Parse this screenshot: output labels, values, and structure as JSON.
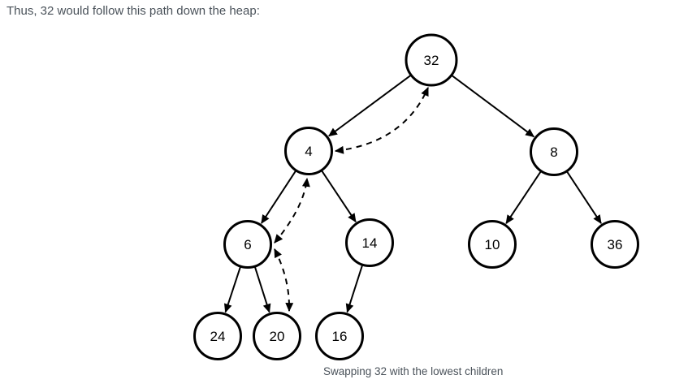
{
  "page": {
    "title": "Thus, 32 would follow this path down the heap:",
    "caption": "Swapping 32 with the lowest children"
  },
  "diagram": {
    "type": "binary-heap-tree",
    "description": "Path of 32 sifting down the heap, shown with dashed double-headed swap arrows",
    "colors": {
      "line": "#000000",
      "node_fill": "#ffffff",
      "node_stroke": "#000000",
      "text": "#4a525a",
      "node_text": "#000000"
    },
    "nodes": [
      {
        "id": "n32",
        "value": "32",
        "level": 0
      },
      {
        "id": "n4",
        "value": "4",
        "level": 1
      },
      {
        "id": "n8",
        "value": "8",
        "level": 1
      },
      {
        "id": "n6",
        "value": "6",
        "level": 2
      },
      {
        "id": "n14",
        "value": "14",
        "level": 2
      },
      {
        "id": "n10",
        "value": "10",
        "level": 2
      },
      {
        "id": "n36",
        "value": "36",
        "level": 2
      },
      {
        "id": "n24",
        "value": "24",
        "level": 3
      },
      {
        "id": "n20",
        "value": "20",
        "level": 3
      },
      {
        "id": "n16",
        "value": "16",
        "level": 3
      }
    ],
    "tree_edges": [
      {
        "from": "32",
        "to": "4"
      },
      {
        "from": "32",
        "to": "8"
      },
      {
        "from": "4",
        "to": "6"
      },
      {
        "from": "4",
        "to": "14"
      },
      {
        "from": "8",
        "to": "10"
      },
      {
        "from": "8",
        "to": "36"
      },
      {
        "from": "6",
        "to": "24"
      },
      {
        "from": "6",
        "to": "20"
      },
      {
        "from": "14",
        "to": "16"
      }
    ],
    "swap_path": [
      {
        "between": [
          "32",
          "4"
        ],
        "style": "dashed-double-arrow"
      },
      {
        "between": [
          "4",
          "6"
        ],
        "style": "dashed-double-arrow"
      },
      {
        "between": [
          "6",
          "20"
        ],
        "style": "dashed-double-arrow"
      }
    ]
  }
}
